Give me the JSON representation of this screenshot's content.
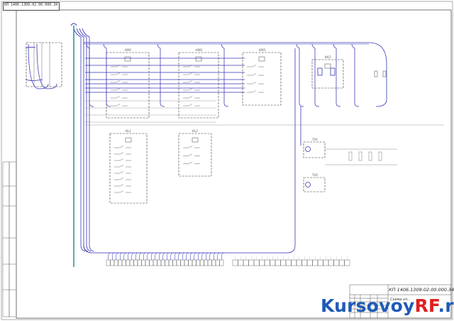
{
  "sheet": {
    "stamp_text": "КП 1406.1309.02.00.000.34",
    "doc_code": "КП 1406.1309.02.00.000.34",
    "doc_title": "Схема эл..."
  },
  "watermark": {
    "part1": "Kursovoy",
    "part2": "RF",
    "part3": ".ru"
  },
  "colors": {
    "wire": "#3535b8",
    "line": "#8a8a8a",
    "box": "#333333",
    "bus": "#2a9a9a",
    "frame": "#555555"
  },
  "blocks": [
    {
      "id": "KM1",
      "label": "КМ1"
    },
    {
      "id": "KM2",
      "label": "КМ2"
    },
    {
      "id": "KM3",
      "label": "КМ3"
    },
    {
      "id": "KK1",
      "label": "КК1"
    },
    {
      "id": "KL1",
      "label": "КL1"
    },
    {
      "id": "KL2",
      "label": "КL2"
    },
    {
      "id": "TV1",
      "label": "TV1"
    },
    {
      "id": "TV2",
      "label": "TV2"
    }
  ],
  "terminals": {
    "left_group_count": 30,
    "right_group_count": 22
  }
}
